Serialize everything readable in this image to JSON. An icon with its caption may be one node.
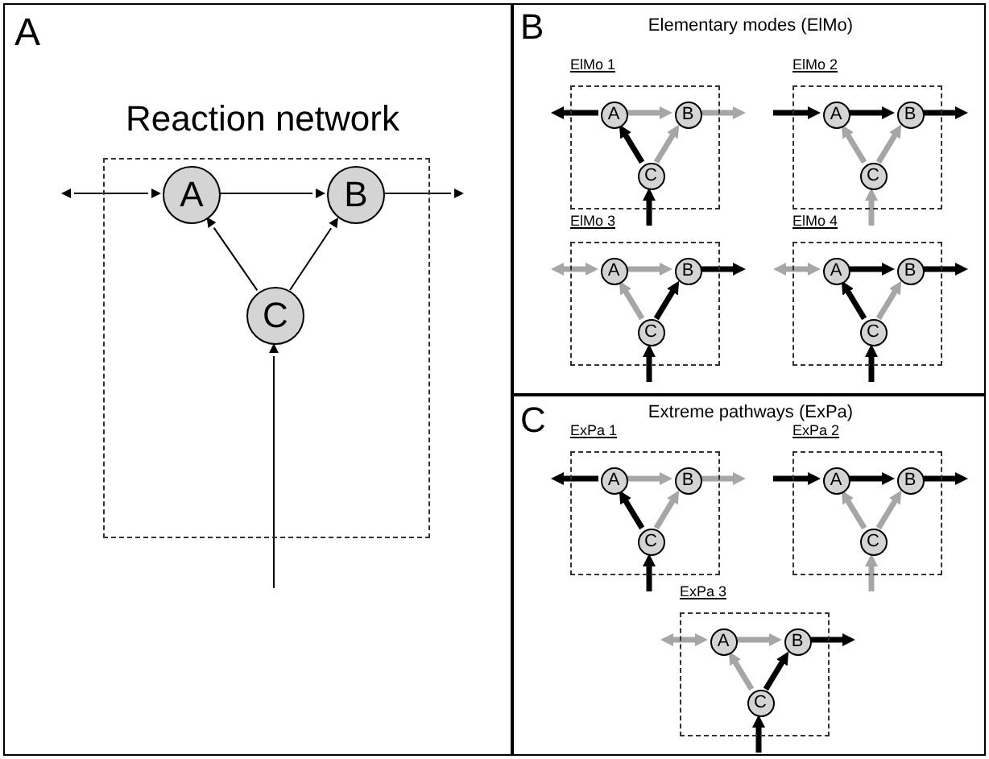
{
  "diagram": {
    "nodes": [
      {
        "text": [
          "A"
        ]
      },
      {
        "text": [
          "Reaction network"
        ],
        "in": 0
      },
      {
        "text": [
          "A"
        ],
        "in": 1
      },
      {
        "text": [
          "B"
        ],
        "in": 1
      },
      {
        "text": [
          "C"
        ],
        "in": 1
      },
      {
        "text": [
          "B",
          "Elementary modes (ElMo)"
        ]
      },
      {
        "text": [
          "ElMo 1"
        ],
        "in": 5
      },
      {
        "text": [
          "A"
        ],
        "in": 6
      },
      {
        "text": [
          "B"
        ],
        "in": 6
      },
      {
        "text": [
          "C"
        ],
        "in": 6
      },
      {
        "text": [
          "ElMo 2"
        ],
        "in": 5
      },
      {
        "text": [
          "A"
        ],
        "in": 10
      },
      {
        "text": [
          "B"
        ],
        "in": 10
      },
      {
        "text": [
          "C"
        ],
        "in": 10
      },
      {
        "text": [
          "ElMo 3"
        ],
        "in": 5
      },
      {
        "text": [
          "A"
        ],
        "in": 14
      },
      {
        "text": [
          "B"
        ],
        "in": 14
      },
      {
        "text": [
          "C"
        ],
        "in": 14
      },
      {
        "text": [
          "ElMo 4"
        ],
        "in": 5
      },
      {
        "text": [
          "A"
        ],
        "in": 18
      },
      {
        "text": [
          "B"
        ],
        "in": 18
      },
      {
        "text": [
          "C"
        ],
        "in": 18
      },
      {
        "text": [
          "C",
          "Extreme pathways (ExPa)"
        ]
      },
      {
        "text": [
          "ExPa 1"
        ],
        "in": 22
      },
      {
        "text": [
          "A"
        ],
        "in": 23
      },
      {
        "text": [
          "B"
        ],
        "in": 23
      },
      {
        "text": [
          "C"
        ],
        "in": 23
      },
      {
        "text": [
          "ExPa 2"
        ],
        "in": 22
      },
      {
        "text": [
          "A"
        ],
        "in": 27
      },
      {
        "text": [
          "B"
        ],
        "in": 27
      },
      {
        "text": [
          "C"
        ],
        "in": 27
      },
      {
        "text": [
          "ExPa 3"
        ],
        "in": 22
      },
      {
        "text": [
          "A"
        ],
        "in": 31
      },
      {
        "text": [
          "B"
        ],
        "in": 31
      },
      {
        "text": [
          "C"
        ],
        "in": 31
      }
    ],
    "edges": [
      {
        "from": null,
        "to": 2,
        "arrow": "both"
      },
      {
        "from": 2,
        "to": 3,
        "arrow": "to"
      },
      {
        "from": 4,
        "to": 2,
        "arrow": "to"
      },
      {
        "from": 4,
        "to": 3,
        "arrow": "to"
      },
      {
        "from": 3,
        "to": null,
        "arrow": "to"
      },
      {
        "from": null,
        "to": 4,
        "arrow": "to"
      },
      {
        "from": 7,
        "to": null,
        "arrow": "to"
      },
      {
        "from": 7,
        "to": 8,
        "arrow": "to",
        "color": "#a6a6a6"
      },
      {
        "from": 9,
        "to": 7,
        "arrow": "to"
      },
      {
        "from": 9,
        "to": 8,
        "arrow": "to",
        "color": "#a6a6a6"
      },
      {
        "from": 8,
        "to": null,
        "arrow": "to",
        "color": "#a6a6a6"
      },
      {
        "from": null,
        "to": 9,
        "arrow": "to"
      },
      {
        "from": null,
        "to": 11,
        "arrow": "to"
      },
      {
        "from": 11,
        "to": 12,
        "arrow": "to"
      },
      {
        "from": 13,
        "to": 11,
        "arrow": "to",
        "color": "#a6a6a6"
      },
      {
        "from": 13,
        "to": 12,
        "arrow": "to",
        "color": "#a6a6a6"
      },
      {
        "from": 12,
        "to": null,
        "arrow": "to"
      },
      {
        "from": null,
        "to": 13,
        "arrow": "to",
        "color": "#a6a6a6"
      },
      {
        "from": null,
        "to": 15,
        "arrow": "both",
        "color": "#a6a6a6"
      },
      {
        "from": 15,
        "to": 16,
        "arrow": "to",
        "color": "#a6a6a6"
      },
      {
        "from": 17,
        "to": 15,
        "arrow": "to",
        "color": "#a6a6a6"
      },
      {
        "from": 17,
        "to": 16,
        "arrow": "to"
      },
      {
        "from": 16,
        "to": null,
        "arrow": "to"
      },
      {
        "from": null,
        "to": 17,
        "arrow": "to"
      },
      {
        "from": null,
        "to": 19,
        "arrow": "both",
        "color": "#a6a6a6"
      },
      {
        "from": 19,
        "to": 20,
        "arrow": "to"
      },
      {
        "from": 21,
        "to": 19,
        "arrow": "to"
      },
      {
        "from": 21,
        "to": 20,
        "arrow": "to",
        "color": "#a6a6a6"
      },
      {
        "from": 20,
        "to": null,
        "arrow": "to"
      },
      {
        "from": null,
        "to": 21,
        "arrow": "to"
      },
      {
        "from": 24,
        "to": null,
        "arrow": "to"
      },
      {
        "from": 24,
        "to": 25,
        "arrow": "to",
        "color": "#a6a6a6"
      },
      {
        "from": 26,
        "to": 24,
        "arrow": "to"
      },
      {
        "from": 26,
        "to": 25,
        "arrow": "to",
        "color": "#a6a6a6"
      },
      {
        "from": 25,
        "to": null,
        "arrow": "to",
        "color": "#a6a6a6"
      },
      {
        "from": null,
        "to": 26,
        "arrow": "to"
      },
      {
        "from": null,
        "to": 28,
        "arrow": "to"
      },
      {
        "from": 28,
        "to": 29,
        "arrow": "to"
      },
      {
        "from": 30,
        "to": 28,
        "arrow": "to",
        "color": "#a6a6a6"
      },
      {
        "from": 30,
        "to": 29,
        "arrow": "to",
        "color": "#a6a6a6"
      },
      {
        "from": 29,
        "to": null,
        "arrow": "to"
      },
      {
        "from": null,
        "to": 30,
        "arrow": "to",
        "color": "#a6a6a6"
      },
      {
        "from": null,
        "to": 32,
        "arrow": "both",
        "color": "#a6a6a6"
      },
      {
        "from": 32,
        "to": 33,
        "arrow": "to",
        "color": "#a6a6a6"
      },
      {
        "from": 34,
        "to": 32,
        "arrow": "to",
        "color": "#a6a6a6"
      },
      {
        "from": 34,
        "to": 33,
        "arrow": "to"
      },
      {
        "from": 33,
        "to": null,
        "arrow": "to"
      },
      {
        "from": null,
        "to": 34,
        "arrow": "to"
      }
    ]
  }
}
